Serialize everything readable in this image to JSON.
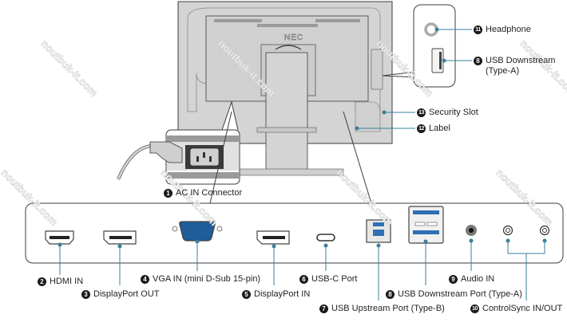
{
  "diagram": {
    "brand": "NEC",
    "watermark": "noutbuk-it.com",
    "colors": {
      "callout_line": "#3a7f9c",
      "monitor_body": "#d4d4d4",
      "outline": "#3c3c3c",
      "vga_blue": "#1f5c99",
      "usb_blue": "#2f6fb3",
      "number_badge": "#1a1a1a"
    },
    "labels": [
      {
        "id": "ac-in",
        "number": "1",
        "text": "AC IN Connector"
      },
      {
        "id": "hdmi-in",
        "number": "2",
        "text": "HDMI IN"
      },
      {
        "id": "displayport-out",
        "number": "3",
        "text": "DisplayPort OUT"
      },
      {
        "id": "vga-in",
        "number": "4",
        "text": "VGA IN (mini D-Sub 15-pin)"
      },
      {
        "id": "displayport-in",
        "number": "5",
        "text": "DisplayPort IN"
      },
      {
        "id": "usb-c",
        "number": "6",
        "text": "USB-C Port"
      },
      {
        "id": "usb-upstream",
        "number": "7",
        "text": "USB Upstream Port (Type-B)"
      },
      {
        "id": "usb-downstream-rear",
        "number": "8",
        "text": "USB Downstream Port (Type-A)"
      },
      {
        "id": "audio-in",
        "number": "9",
        "text": "Audio IN"
      },
      {
        "id": "controlsync",
        "number": "10",
        "text": "ControlSync IN/OUT"
      },
      {
        "id": "headphone",
        "number": "11",
        "text": "Headphone"
      },
      {
        "id": "usb-downstream-side",
        "number": "8",
        "text": "USB Downstream",
        "text2": "(Type-A)"
      },
      {
        "id": "label",
        "number": "12",
        "text": "Label"
      },
      {
        "id": "security-slot",
        "number": "13",
        "text": "Security Slot"
      }
    ]
  }
}
